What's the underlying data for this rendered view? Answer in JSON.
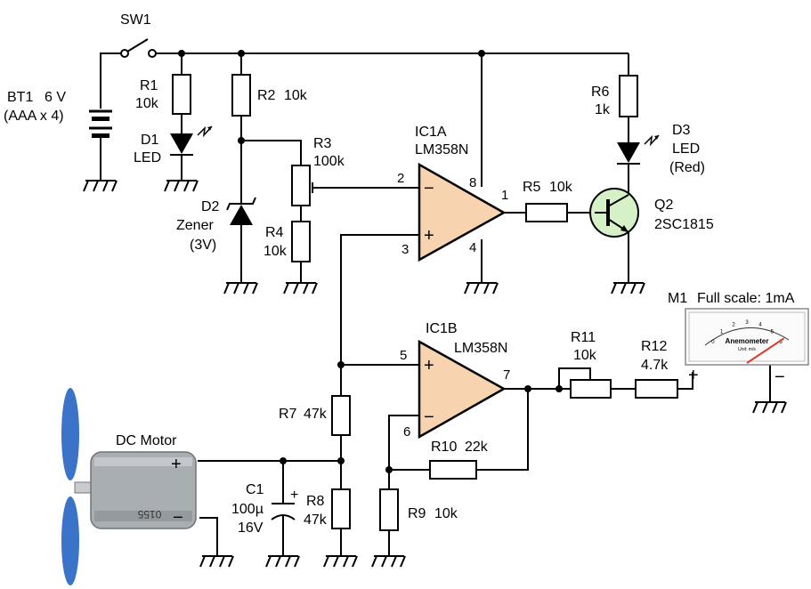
{
  "colors": {
    "wire": "#000000",
    "opamp_fill": "#f8d3b0",
    "transistor_fill": "#d6f0c8",
    "fan_blade": "#3b73c9",
    "motor_body": "#a9aeb3",
    "meter_needle": "#d93b2b"
  },
  "battery": {
    "name": "BT1",
    "value": "6 V",
    "detail": "(AAA x 4)"
  },
  "switch": {
    "name": "SW1"
  },
  "r1": {
    "name": "R1",
    "value": "10k"
  },
  "r2": {
    "name": "R2",
    "value": "10k"
  },
  "r3": {
    "name": "R3",
    "value": "100k"
  },
  "r4": {
    "name": "R4",
    "value": "10k"
  },
  "r5": {
    "name": "R5",
    "value": "10k"
  },
  "r6": {
    "name": "R6",
    "value": "1k"
  },
  "r7": {
    "name": "R7",
    "value": "47k"
  },
  "r8": {
    "name": "R8",
    "value": "47k"
  },
  "r9": {
    "name": "R9",
    "value": "10k"
  },
  "r10": {
    "name": "R10",
    "value": "22k"
  },
  "r11": {
    "name": "R11",
    "value": "10k"
  },
  "r12": {
    "name": "R12",
    "value": "4.7k"
  },
  "d1": {
    "name": "D1",
    "value": "LED"
  },
  "d2": {
    "name": "D2",
    "value": "Zener",
    "detail": "(3V)"
  },
  "d3": {
    "name": "D3",
    "value": "LED",
    "detail": "(Red)"
  },
  "c1": {
    "name": "C1",
    "value": "100µ",
    "voltage": "16V",
    "plus": "+"
  },
  "q2": {
    "name": "Q2",
    "value": "2SC1815"
  },
  "ic1a": {
    "name": "IC1A",
    "part": "LM358N",
    "pins": {
      "inv": "2",
      "noninv": "3",
      "vcc": "8",
      "gnd": "4",
      "out": "1"
    },
    "minus": "−",
    "plus": "+"
  },
  "ic1b": {
    "name": "IC1B",
    "part": "LM358N",
    "pins": {
      "noninv": "5",
      "inv": "6",
      "out": "7"
    },
    "minus": "−",
    "plus": "+"
  },
  "motor": {
    "name": "DC Motor",
    "plus": "+",
    "minus": "−",
    "body_text": "0155"
  },
  "meter": {
    "name": "M1",
    "spec": "Full scale: 1mA",
    "face_title": "Anemometer",
    "face_unit": "Unit: m/s",
    "scale": [
      "0",
      "1",
      "2",
      "3",
      "4",
      "5",
      "6"
    ],
    "reading_fraction": 0.97,
    "plus": "+",
    "minus": "−"
  }
}
